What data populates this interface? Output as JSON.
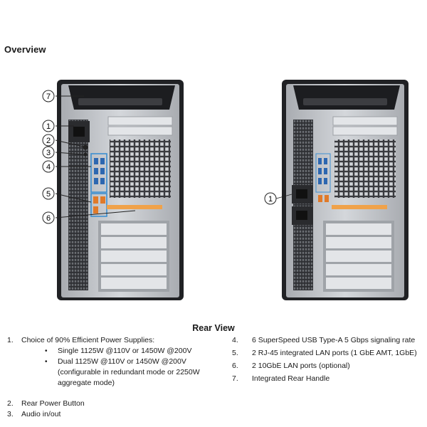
{
  "heading": "Overview",
  "callouts_left": [
    "7",
    "1",
    "2",
    "3",
    "4",
    "5",
    "6"
  ],
  "callouts_right": [
    "1"
  ],
  "rear_view_title": "Rear View",
  "list_left": [
    {
      "num": "1.",
      "text": "Choice of 90% Efficient Power Supplies:",
      "bullets": [
        "Single 1125W @110V or 1450W @200V",
        "Dual 1125W @110V or 1450W @200V (configurable in redundant mode or 2250W aggregate mode)"
      ]
    },
    {
      "num": "2.",
      "text": "Rear Power Button",
      "bullets": []
    },
    {
      "num": "3.",
      "text": "Audio in/out",
      "bullets": []
    }
  ],
  "list_right": [
    {
      "num": "4.",
      "text": "6 SuperSpeed USB Type-A 5 Gbps signaling rate"
    },
    {
      "num": "5.",
      "text": "2 RJ-45 integrated LAN ports (1 GbE AMT, 1GbE)"
    },
    {
      "num": "6.",
      "text": "2 10GbE LAN ports (optional)"
    },
    {
      "num": "7.",
      "text": "Integrated Rear Handle"
    }
  ],
  "colors": {
    "chassis": "#bfc2c6",
    "chassis_dark": "#2a2b2e",
    "highlight_blue": "#3d8fd1",
    "port_blue": "#2d67b0",
    "port_orange": "#e07a2a"
  },
  "bullet_glyph": "•"
}
